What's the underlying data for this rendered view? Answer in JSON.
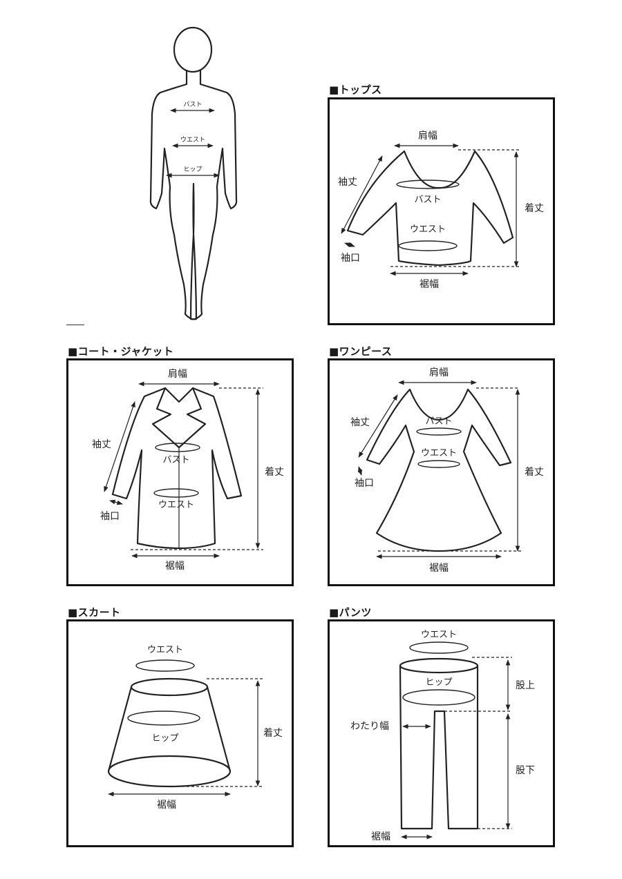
{
  "body_figure": {
    "labels": {
      "bust": "バスト",
      "waist": "ウエスト",
      "hip": "ヒップ"
    }
  },
  "sections": {
    "tops": {
      "title": "■トップス",
      "labels": {
        "shoulder": "肩幅",
        "sleeve_length": "袖丈",
        "bust": "バスト",
        "length": "着丈",
        "waist": "ウエスト",
        "cuff": "袖口",
        "hem": "裾幅"
      }
    },
    "coat": {
      "title": "■コート・ジャケット",
      "labels": {
        "shoulder": "肩幅",
        "sleeve_length": "袖丈",
        "length": "着丈",
        "bust": "バスト",
        "waist": "ウエスト",
        "cuff": "袖口",
        "hem": "裾幅"
      }
    },
    "onepiece": {
      "title": "■ワンピース",
      "labels": {
        "shoulder": "肩幅",
        "sleeve_length": "袖丈",
        "bust": "バスト",
        "length": "着丈",
        "waist": "ウエスト",
        "cuff": "袖口",
        "hem": "裾幅"
      }
    },
    "skirt": {
      "title": "■スカート",
      "labels": {
        "waist": "ウエスト",
        "length": "着丈",
        "hip": "ヒップ",
        "hem": "裾幅"
      }
    },
    "pants": {
      "title": "■パンツ",
      "labels": {
        "waist": "ウエスト",
        "rise": "股上",
        "hip": "ヒップ",
        "thigh": "わたり幅",
        "inseam": "股下",
        "hem": "裾幅"
      }
    }
  }
}
